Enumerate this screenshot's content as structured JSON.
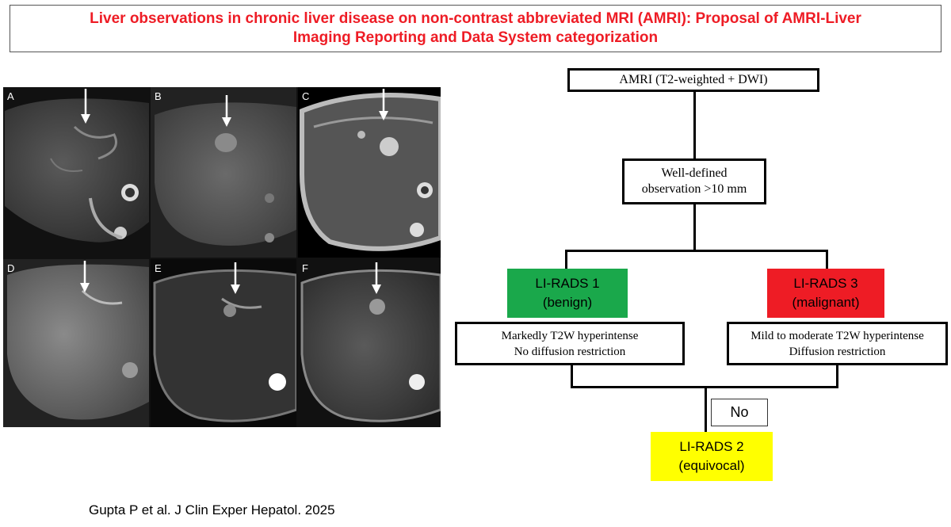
{
  "title": {
    "line1": "Liver observations in chronic liver disease on non-contrast abbreviated MRI (AMRI): Proposal of AMRI-Liver",
    "line2": "Imaging Reporting and Data System categorization"
  },
  "panels": [
    "A",
    "B",
    "C",
    "D",
    "E",
    "F"
  ],
  "flowchart": {
    "start": "AMRI (T2-weighted + DWI)",
    "criterion": [
      "Well-defined",
      "observation >10 mm"
    ],
    "benign_category": [
      "LI-RADS 1",
      "(benign)"
    ],
    "benign_features": [
      "Markedly T2W hyperintense",
      "No diffusion restriction"
    ],
    "malignant_category": [
      "LI-RADS 3",
      "(malignant)"
    ],
    "malignant_features": [
      "Mild to moderate T2W hyperintense",
      "Diffusion restriction"
    ],
    "no_label": "No",
    "equivocal_category": [
      "LI-RADS 2",
      "(equivocal)"
    ]
  },
  "colors": {
    "title_red": "#ee1c25",
    "benign_green": "#1aa84b",
    "malignant_red": "#ee1c25",
    "equivocal_yellow": "#ffff00"
  },
  "citation": "Gupta P et al. J Clin Exper Hepatol. 2025"
}
